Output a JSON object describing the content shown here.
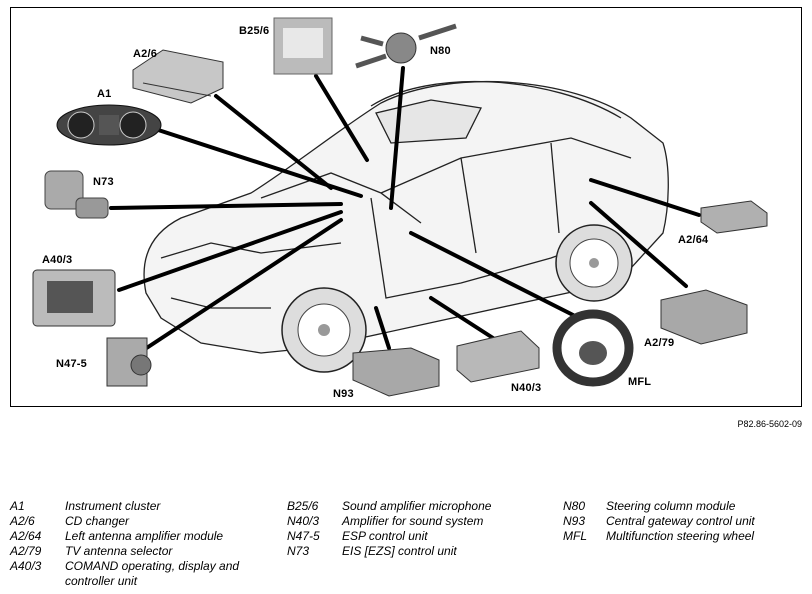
{
  "figure": {
    "callouts": {
      "b25_6": "B25/6",
      "n80": "N80",
      "a2_6": "A2/6",
      "a1": "A1",
      "n73": "N73",
      "a40_3": "A40/3",
      "n47_5": "N47-5",
      "n93": "N93",
      "n40_3": "N40/3",
      "mfl": "MFL",
      "a2_79": "A2/79",
      "a2_64": "A2/64"
    },
    "reference": "P82.86-5602-09"
  },
  "legend": {
    "col1": [
      {
        "code": "A1",
        "desc": "Instrument cluster"
      },
      {
        "code": "A2/6",
        "desc": "CD changer"
      },
      {
        "code": "A2/64",
        "desc": "Left antenna amplifier module"
      },
      {
        "code": "A2/79",
        "desc": "TV antenna selector"
      },
      {
        "code": "A40/3",
        "desc": "COMAND operating, display and controller unit"
      }
    ],
    "col2": [
      {
        "code": "B25/6",
        "desc": "Sound amplifier microphone"
      },
      {
        "code": "N40/3",
        "desc": "Amplifier for sound system"
      },
      {
        "code": "N47-5",
        "desc": "ESP control unit"
      },
      {
        "code": "N73",
        "desc": "EIS [EZS] control unit"
      }
    ],
    "col3": [
      {
        "code": "N80",
        "desc": "Steering column module"
      },
      {
        "code": "N93",
        "desc": "Central gateway control unit"
      },
      {
        "code": "MFL",
        "desc": "Multifunction steering wheel"
      }
    ]
  }
}
